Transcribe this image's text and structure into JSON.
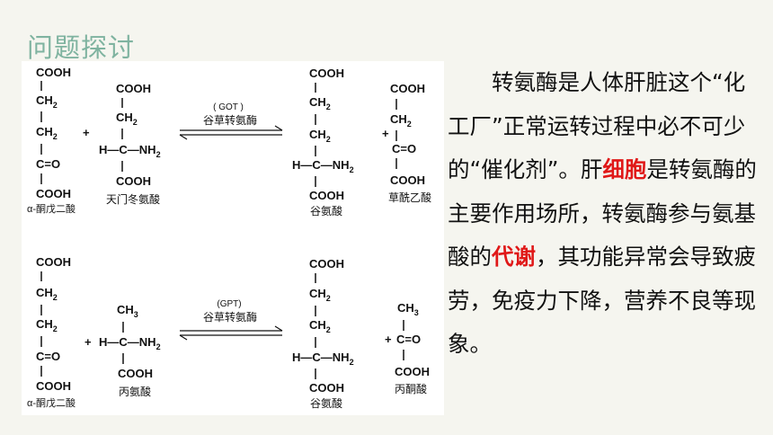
{
  "title": "问题探讨",
  "figure": {
    "reaction1": {
      "left": {
        "top": "COOH",
        "c1": "CH",
        "c2": "CH",
        "c3": "C=O",
        "bottom": "COOH",
        "name": "α-酮戊二酸"
      },
      "plus1": "+",
      "aa": {
        "top": "COOH",
        "c1": "CH",
        "mid_left": "H—C—NH",
        "bottom": "COOH",
        "name": "天门冬氨酸"
      },
      "enzyme_abbr": "( GOT )",
      "enzyme_name": "谷草转氨酶",
      "prod": {
        "top": "COOH",
        "c1": "CH",
        "c2": "CH",
        "mid": "H—C—NH",
        "bottom": "COOH",
        "name": "谷氨酸"
      },
      "plus2": "+",
      "keto": {
        "top": "COOH",
        "c1": "CH",
        "c2": "C=O",
        "bottom": "COOH",
        "name": "草酰乙酸"
      }
    },
    "reaction2": {
      "left": {
        "top": "COOH",
        "c1": "CH",
        "c2": "CH",
        "c3": "C=O",
        "bottom": "COOH",
        "name": "α-酮戊二酸"
      },
      "aa": {
        "top": "CH",
        "plus": "+",
        "mid": "H—C—NH",
        "bottom": "COOH",
        "name": "丙氨酸"
      },
      "enzyme_abbr": "(GPT)",
      "enzyme_name": "谷草转氨酶",
      "prod": {
        "top": "COOH",
        "c1": "CH",
        "c2": "CH",
        "mid": "H—C—NH",
        "bottom": "COOH",
        "name": "谷氨酸"
      },
      "keto": {
        "top": "CH",
        "plus": "+",
        "mid": "C=O",
        "bottom": "COOH",
        "name": "丙酮酸"
      }
    },
    "subscripts": {
      "two": "2",
      "three": "3"
    }
  },
  "paragraph": {
    "s1": "转氨酶是人体肝脏这个“化工厂”正常运转过程中必不可少的“催化剂”。肝",
    "s2": "细胞",
    "s3": "是转氨酶的主要作用场所，转氨酶参与氨基酸的",
    "s4": "代谢",
    "s5": "，其功能异常会导致疲劳，免疫力下降，营养不良等现象。"
  },
  "colors": {
    "title": "#7fb3a0",
    "highlight": "#e01818",
    "background": "#f5f5ef"
  }
}
